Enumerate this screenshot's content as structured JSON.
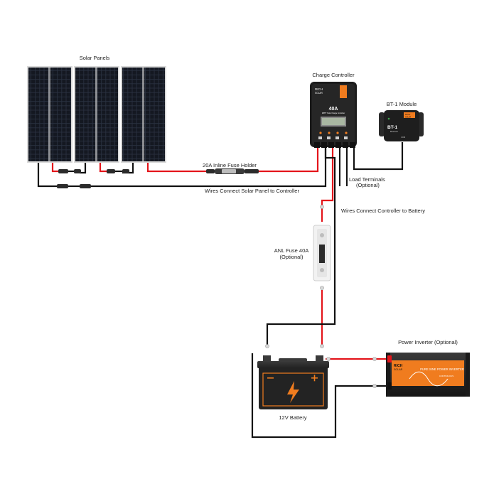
{
  "labels": {
    "solar_panels": "Solar Panels",
    "charge_controller": "Charge Controller",
    "bt1_module": "BT-1 Module",
    "inline_fuse": "20A Inline Fuse Holder",
    "load_terminals_line1": "Load Terminals",
    "load_terminals_line2": "(Optional)",
    "wires_solar_controller": "Wires Connect Solar Panel to Controller",
    "wires_controller_battery": "Wires Connect Controller to Battery",
    "anl_fuse_line1": "ANL Fuse 40A",
    "anl_fuse_line2": "(Optional)",
    "power_inverter": "Power Inverter (Optional)",
    "battery": "12V Battery"
  },
  "device_text": {
    "controller_brand_line1": "RICH",
    "controller_brand_line2": "SOLAR",
    "controller_rating": "40A",
    "controller_model": "MPPT Solar Charge Controller",
    "bt_brand_line1": "RICH",
    "bt_brand_line2": "SOLAR",
    "bt_name": "BT-1",
    "bt_sub": "Bluetooth",
    "bt_port": "COM",
    "inverter_brand_line1": "RICH",
    "inverter_brand_line2": "SOLAR",
    "inverter_title": "PURE SINE POWER INVERTER",
    "inverter_sub": "CONTINUOUS"
  },
  "colors": {
    "wire_positive": "#e4151b",
    "wire_negative": "#111111",
    "accent_orange": "#f07c1f",
    "panel_cell": "#1b1f2a",
    "panel_frame": "#c8c8c8"
  }
}
